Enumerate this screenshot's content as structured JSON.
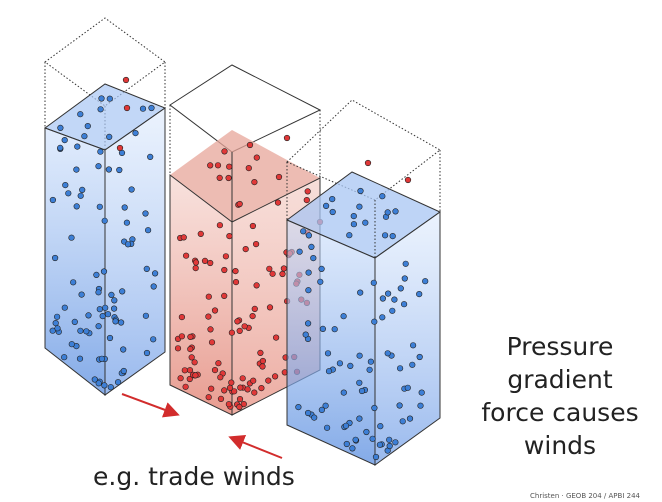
{
  "captions": {
    "right": [
      "Pressure",
      "gradient",
      "force causes",
      "winds"
    ],
    "bottom": "e.g. trade winds",
    "credit": "Christen · GEOB 204 / APBI 244"
  },
  "colors": {
    "cold_fill": "#5a8ee0",
    "warm_fill": "#e59b8f",
    "cold_particle": "#3d7fd6",
    "warm_particle": "#e03838",
    "arrow": "#d22c2c"
  },
  "columns": [
    {
      "id": "left-cold-column",
      "type": "cold"
    },
    {
      "id": "middle-warm-column",
      "type": "warm"
    },
    {
      "id": "right-cold-column",
      "type": "cold"
    }
  ],
  "arrows": [
    {
      "id": "wind-arrow-surface-right",
      "direction": "right"
    },
    {
      "id": "wind-arrow-surface-left",
      "direction": "left"
    }
  ]
}
